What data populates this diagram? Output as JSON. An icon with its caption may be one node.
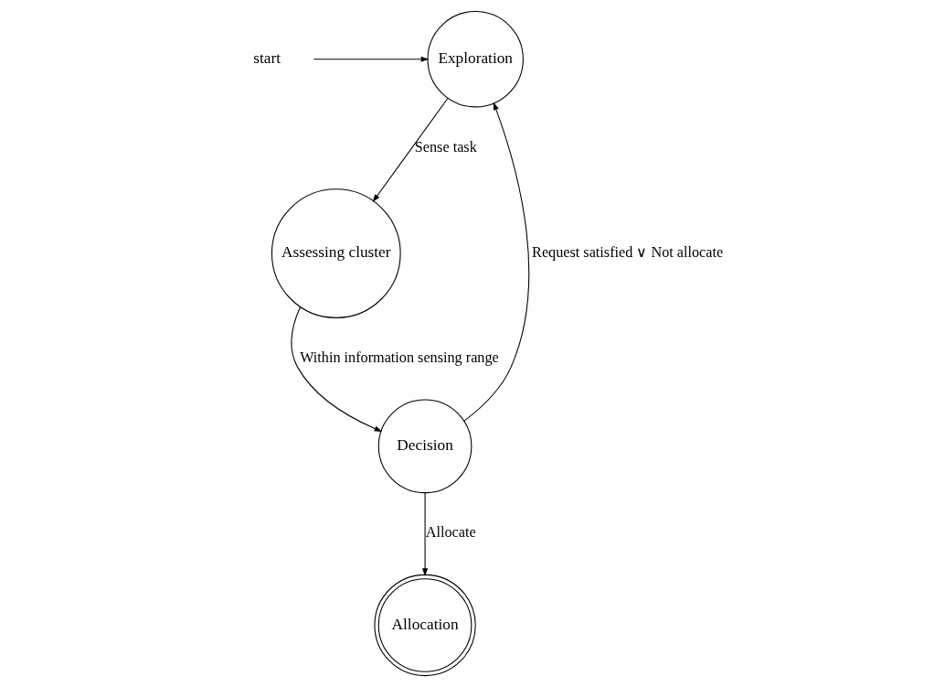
{
  "diagram": {
    "nodes": [
      {
        "text": [
          "start"
        ]
      },
      {
        "text": [
          "Exploration"
        ]
      },
      {
        "text": [
          "Assessing cluster"
        ]
      },
      {
        "text": [
          "Decision"
        ]
      },
      {
        "text": [
          "Allocation"
        ]
      }
    ],
    "edges": [
      {
        "from": 0,
        "to": 1,
        "arrow": "to"
      },
      {
        "from": 1,
        "to": 2,
        "arrow": "to",
        "label": "Sense task"
      },
      {
        "from": 2,
        "to": 3,
        "arrow": "to",
        "label": "Within information sensing range"
      },
      {
        "from": 3,
        "to": 1,
        "arrow": "to",
        "label": "Request satisfied ∨ Not allocate"
      },
      {
        "from": 3,
        "to": 4,
        "arrow": "to",
        "label": "Allocate"
      }
    ]
  }
}
